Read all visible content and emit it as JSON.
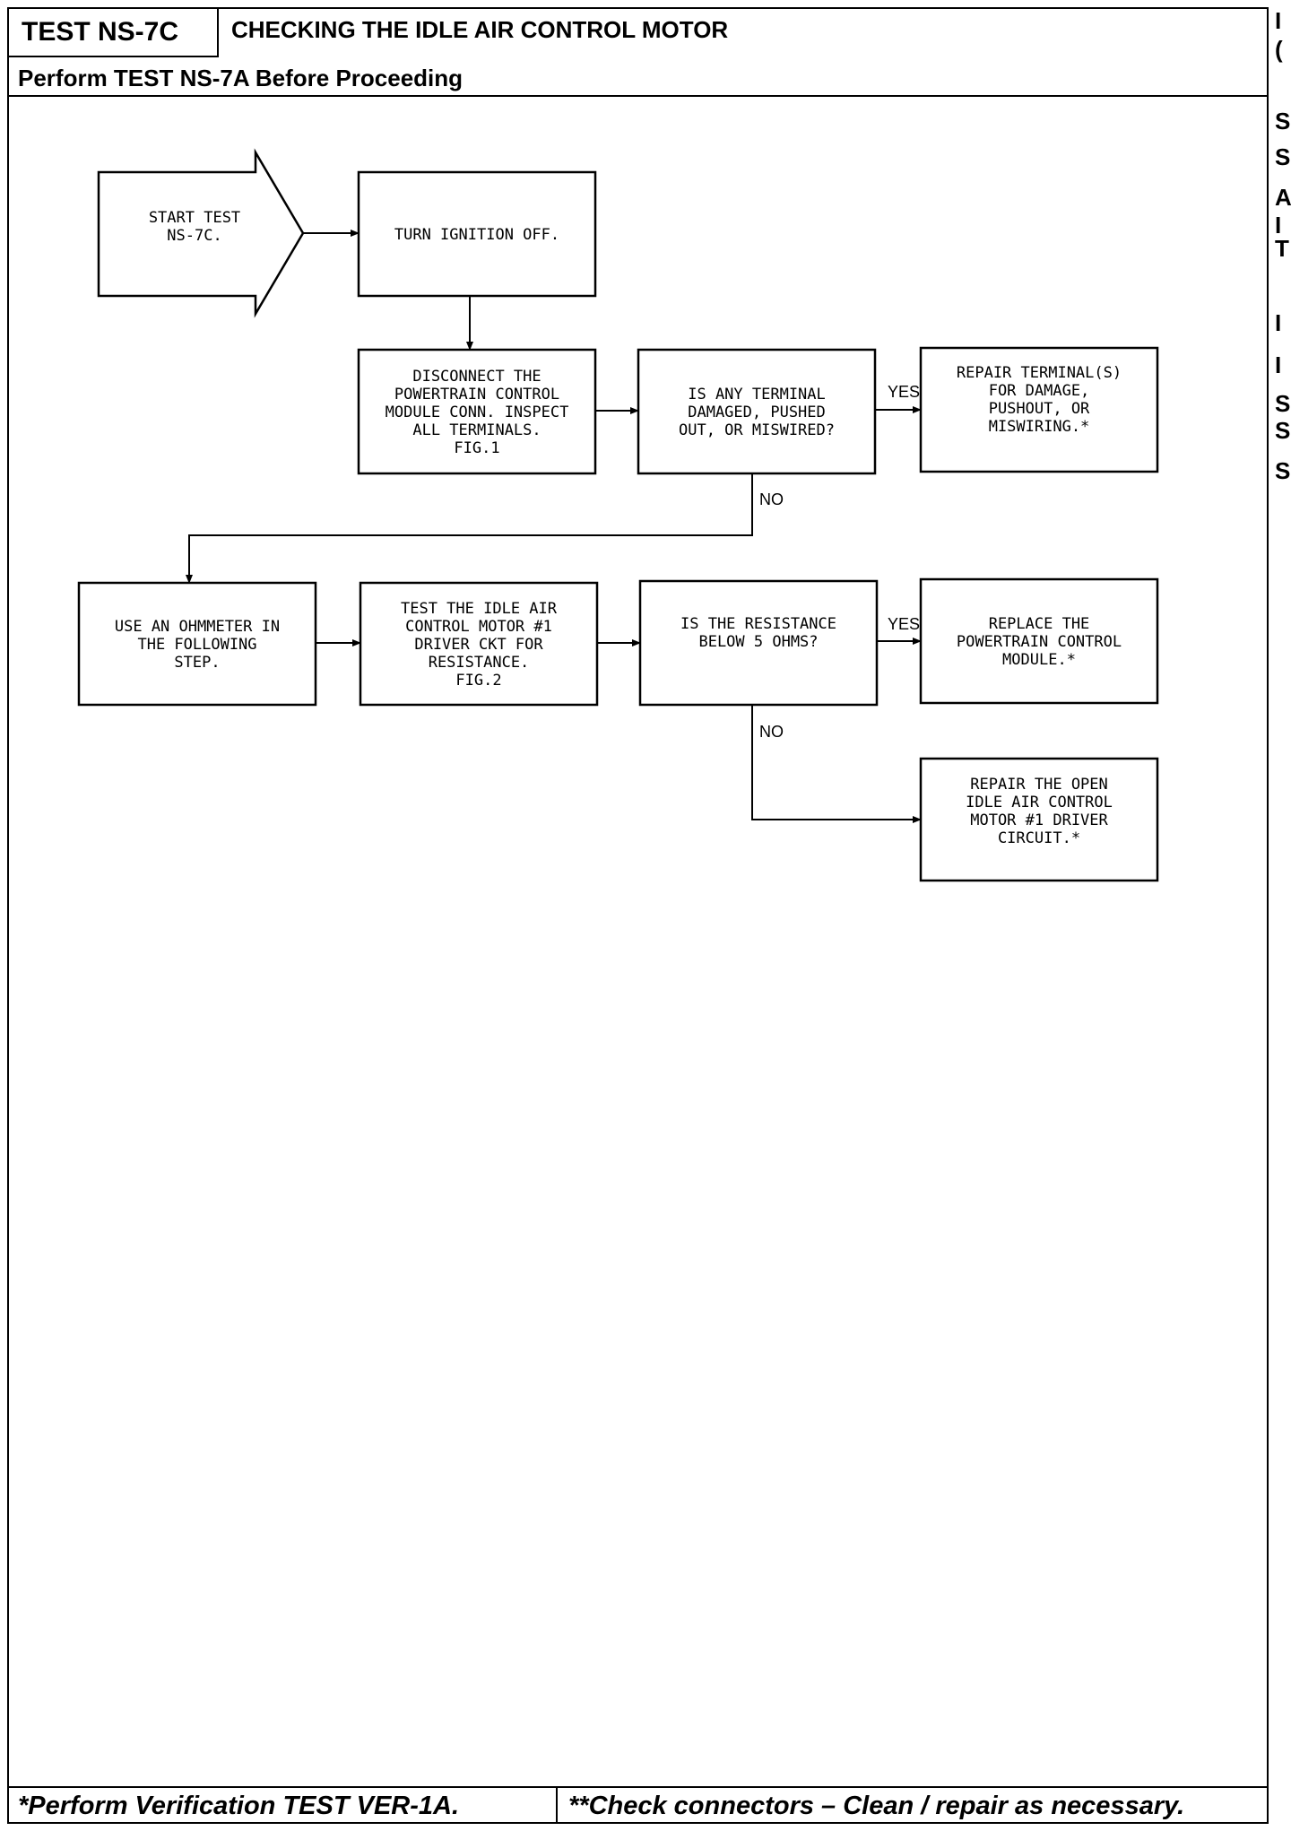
{
  "header": {
    "test_id": "TEST NS-7C",
    "title": "CHECKING THE IDLE AIR CONTROL MOTOR",
    "subtitle": "Perform TEST NS-7A Before Proceeding"
  },
  "flowchart": {
    "start": [
      "START TEST",
      "NS-7C."
    ],
    "step1": [
      "TURN IGNITION OFF."
    ],
    "step2": [
      "DISCONNECT THE",
      "POWERTRAIN CONTROL",
      "MODULE CONN. INSPECT",
      "ALL TERMINALS.",
      "FIG.1"
    ],
    "decision1": [
      "IS ANY TERMINAL",
      "DAMAGED, PUSHED",
      "OUT, OR MISWIRED?"
    ],
    "result1": [
      "REPAIR TERMINAL(S)",
      "FOR DAMAGE,",
      "PUSHOUT, OR",
      "MISWIRING.*"
    ],
    "step3": [
      "USE AN OHMMETER IN",
      "THE FOLLOWING",
      "STEP."
    ],
    "step4": [
      "TEST THE IDLE AIR",
      "CONTROL MOTOR #1",
      "DRIVER CKT FOR",
      "RESISTANCE.",
      "FIG.2"
    ],
    "decision2": [
      "IS THE RESISTANCE",
      "BELOW 5 OHMS?"
    ],
    "result2": [
      "REPLACE THE",
      "POWERTRAIN CONTROL",
      "MODULE.*"
    ],
    "result3": [
      "REPAIR THE OPEN",
      "IDLE AIR CONTROL",
      "MOTOR #1 DRIVER",
      "CIRCUIT.*"
    ],
    "labels": {
      "yes": "YES",
      "no": "NO"
    }
  },
  "footer": {
    "left": "*Perform Verification TEST VER-1A.",
    "right": "**Check connectors – Clean / repair as necessary."
  },
  "edge_fragments": [
    "I",
    "(",
    "S",
    "S",
    "A",
    "I",
    "T",
    "I",
    "I",
    "S",
    "S",
    "S"
  ]
}
